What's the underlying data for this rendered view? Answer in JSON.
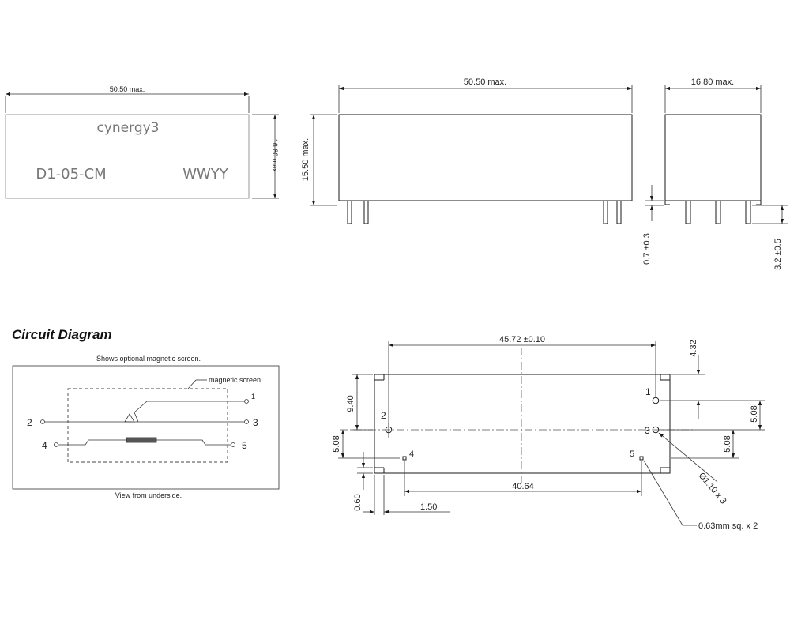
{
  "top_view": {
    "width_dim": "50.50 max.",
    "height_dim": "16.80 max.",
    "brand": "cynergy3",
    "part_number": "D1-05-CM",
    "date_code": "WWYY"
  },
  "side_view": {
    "width_dim": "50.50 max.",
    "height_dim": "15.50 max.",
    "standoff_dim": "0.7 ±0.3"
  },
  "end_view": {
    "width_dim": "16.80 max.",
    "pin_length_dim": "3.2 ±0.5"
  },
  "circuit": {
    "heading": "Circuit Diagram",
    "top_caption": "Shows optional magnetic screen.",
    "screen_label": "magnetic screen",
    "bottom_caption": "View from underside.",
    "pins": [
      "1",
      "2",
      "3",
      "4",
      "5"
    ]
  },
  "footprint": {
    "dim_overall_pitch": "45.72 ±0.10",
    "dim_top_offset": "4.32",
    "dim_left_9_40": "9.40",
    "dim_right_5_08_upper": "5.08",
    "dim_right_5_08_lower": "5.08",
    "dim_left_5_08": "5.08",
    "dim_lower_pitch": "40.64",
    "dim_0_60": "0.60",
    "dim_1_50": "1.50",
    "hole_callout": "Ø1.10 x 3",
    "sq_pin_callout": "0.63mm sq. x 2",
    "pins": [
      "1",
      "2",
      "3",
      "4",
      "5"
    ]
  }
}
